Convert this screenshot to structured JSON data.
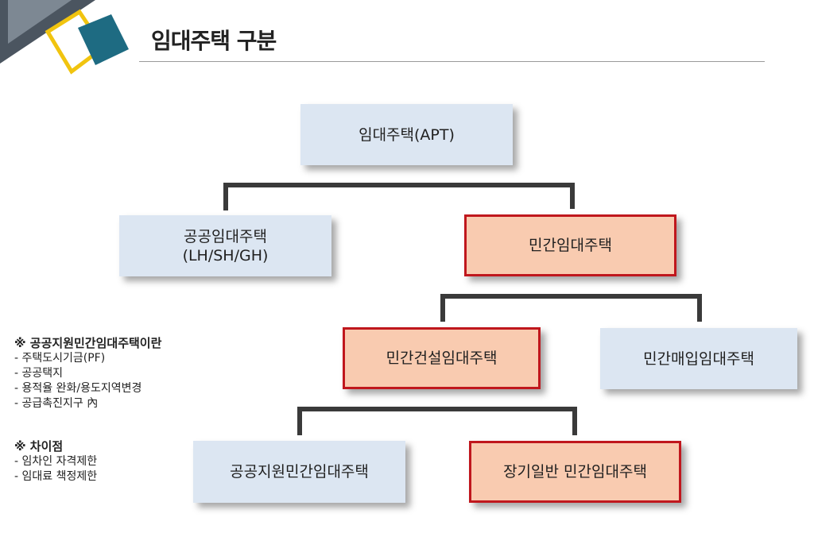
{
  "header": {
    "title": "임대주택 구분"
  },
  "diagram": {
    "root": "임대주택(APT)",
    "public_rental_line1": "공공임대주택",
    "public_rental_line2": "(LH/SH/GH)",
    "private_rental": "민간임대주택",
    "private_construction": "민간건설임대주택",
    "private_purchase": "민간매입임대주택",
    "public_support_private": "공공지원민간임대주택",
    "long_term_private": "장기일반 민간임대주택"
  },
  "notes": {
    "definition": {
      "heading": "※ 공공지원민간임대주택이란",
      "items": [
        "-  주택도시기금(PF)",
        "-  공공택지",
        "-  용적율 완화/용도지역변경",
        "-  공급촉진지구 內"
      ]
    },
    "difference": {
      "heading": "※ 차이점",
      "items": [
        "-  임차인 자격제한",
        "-  임대료 책정제한"
      ]
    }
  },
  "colors": {
    "public_box": "#dce6f2",
    "private_box": "#f9cbb0",
    "private_border": "#c0171d",
    "connector": "#3a3a3a",
    "accent_yellow": "#f1c40f",
    "accent_teal": "#1e6b82"
  }
}
